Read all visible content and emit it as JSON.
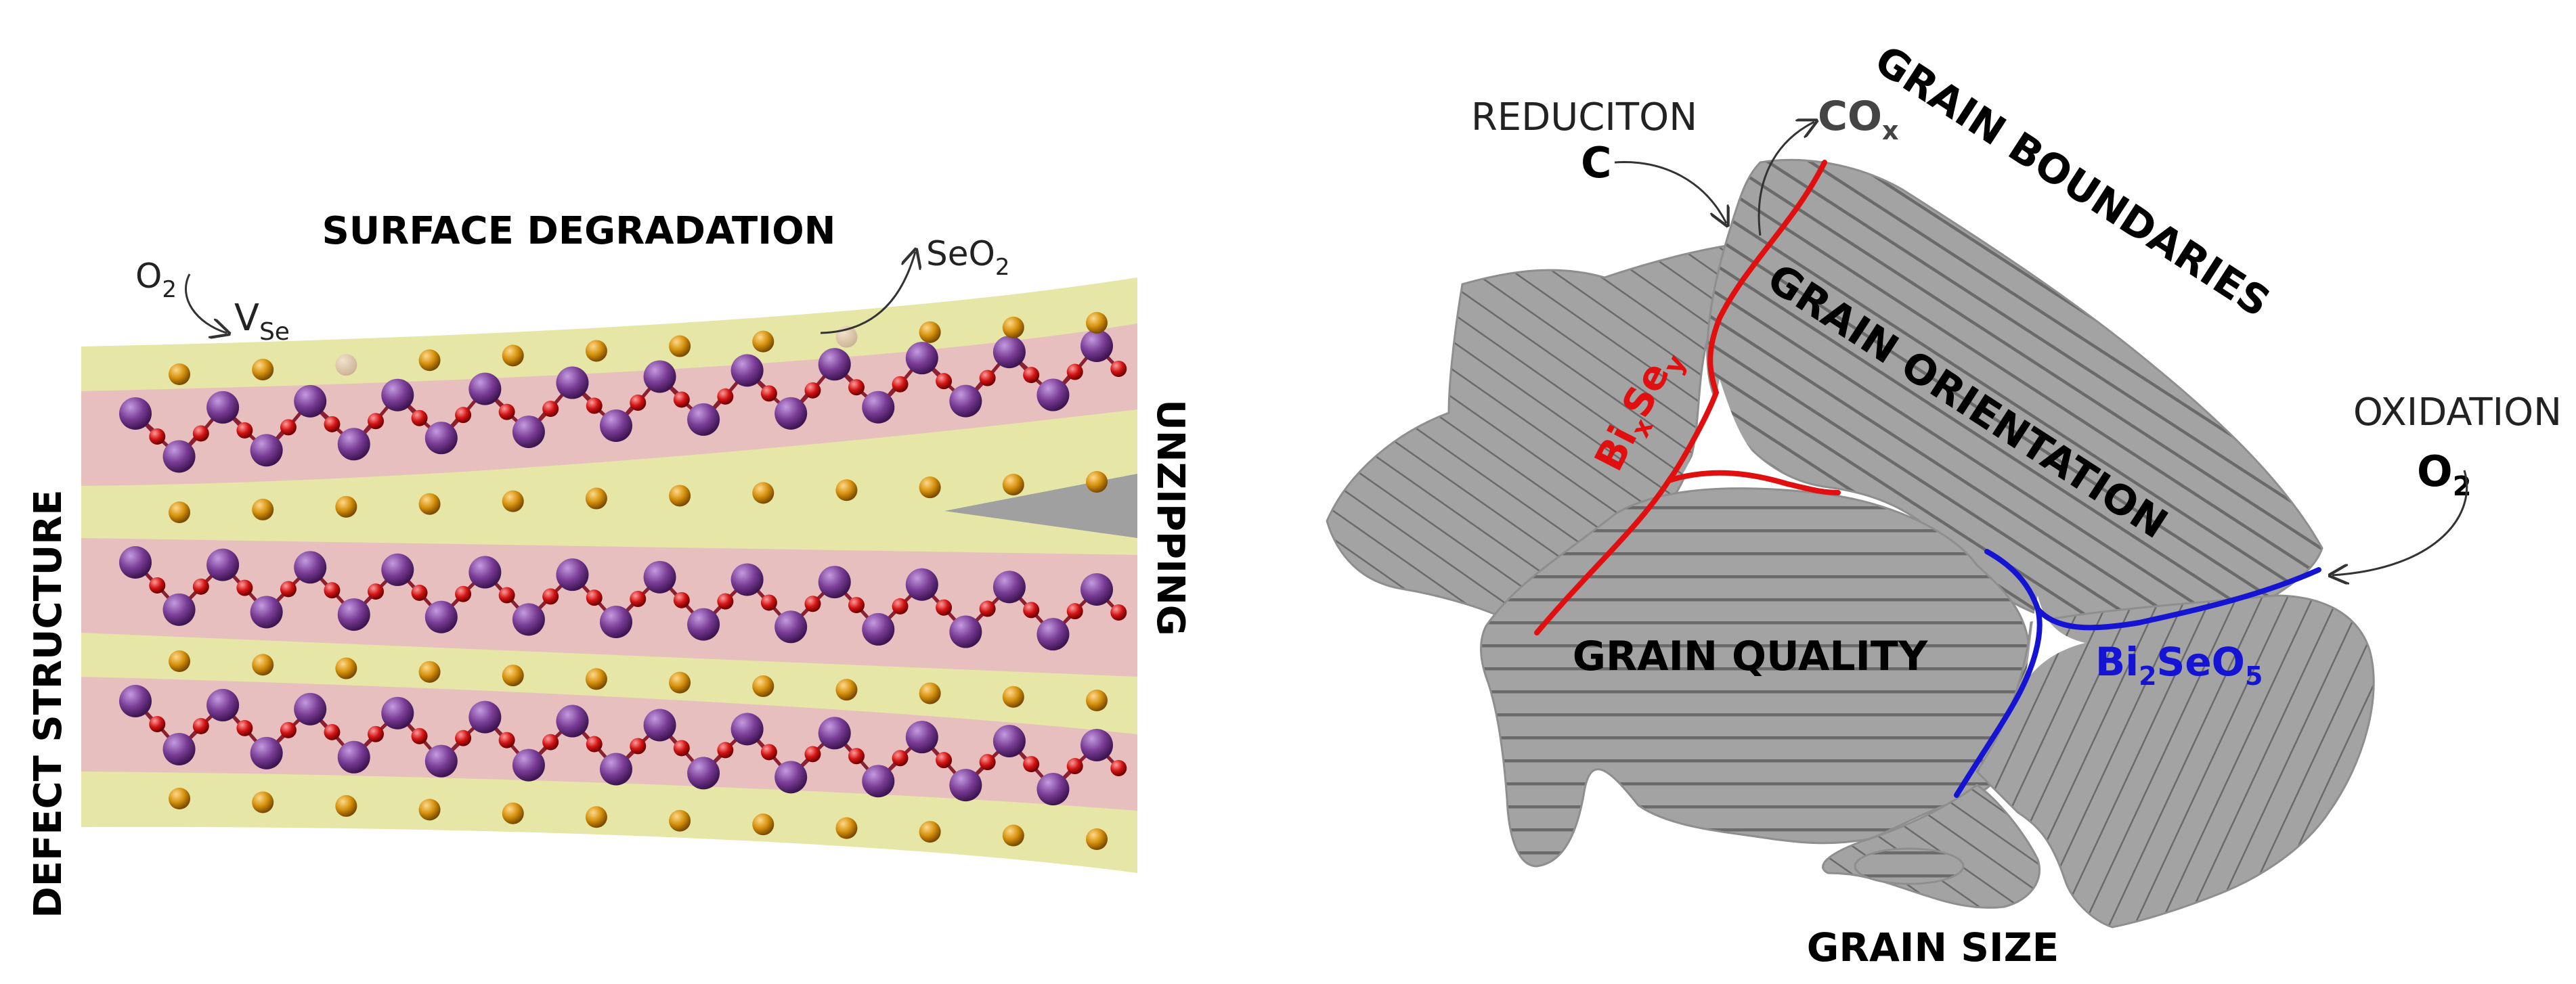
{
  "left_panel": {
    "title_top": "SURFACE DEGRADATION",
    "title_left": "DEFECT STRUCTURE",
    "title_right": "UNZIPPING",
    "o2_label": "O",
    "o2_sub": "2",
    "vacancy_label": "V",
    "vacancy_sub": "Se",
    "seo2_label": "SeO",
    "seo2_sub": "2"
  },
  "right_panel": {
    "grain_boundaries": "GRAIN BOUNDARIES",
    "grain_orientation": "GRAIN ORIENTATION",
    "grain_quality": "GRAIN QUALITY",
    "grain_size": "GRAIN SIZE",
    "reduction_label": "REDUCITON",
    "reduction_agent": "C",
    "cox_label": "CO",
    "cox_sub": "x",
    "oxidation_label": "OXIDATION",
    "oxidation_agent": "O",
    "oxidation_sub": "2",
    "bixsey": {
      "bi": "Bi",
      "x": "x",
      "se": "Se",
      "y": "y"
    },
    "bi2seo5": {
      "bi": "Bi",
      "two": "2",
      "seo": "SeO",
      "five": "5"
    }
  },
  "colors": {
    "se_layer": "#e6e6a6",
    "bi_layer": "#e8bfbf",
    "se_atom": "#d4900c",
    "bi_atom": "#7a3d96",
    "o_atom": "#d21414",
    "bond": "#8a2030",
    "grain_fill": "#a3a3a3",
    "grain_stripe": "#6e6e6e",
    "crack": "#a0a0a0",
    "bixsey_line": "#e01010",
    "bi2seo5_line": "#1414d2"
  }
}
